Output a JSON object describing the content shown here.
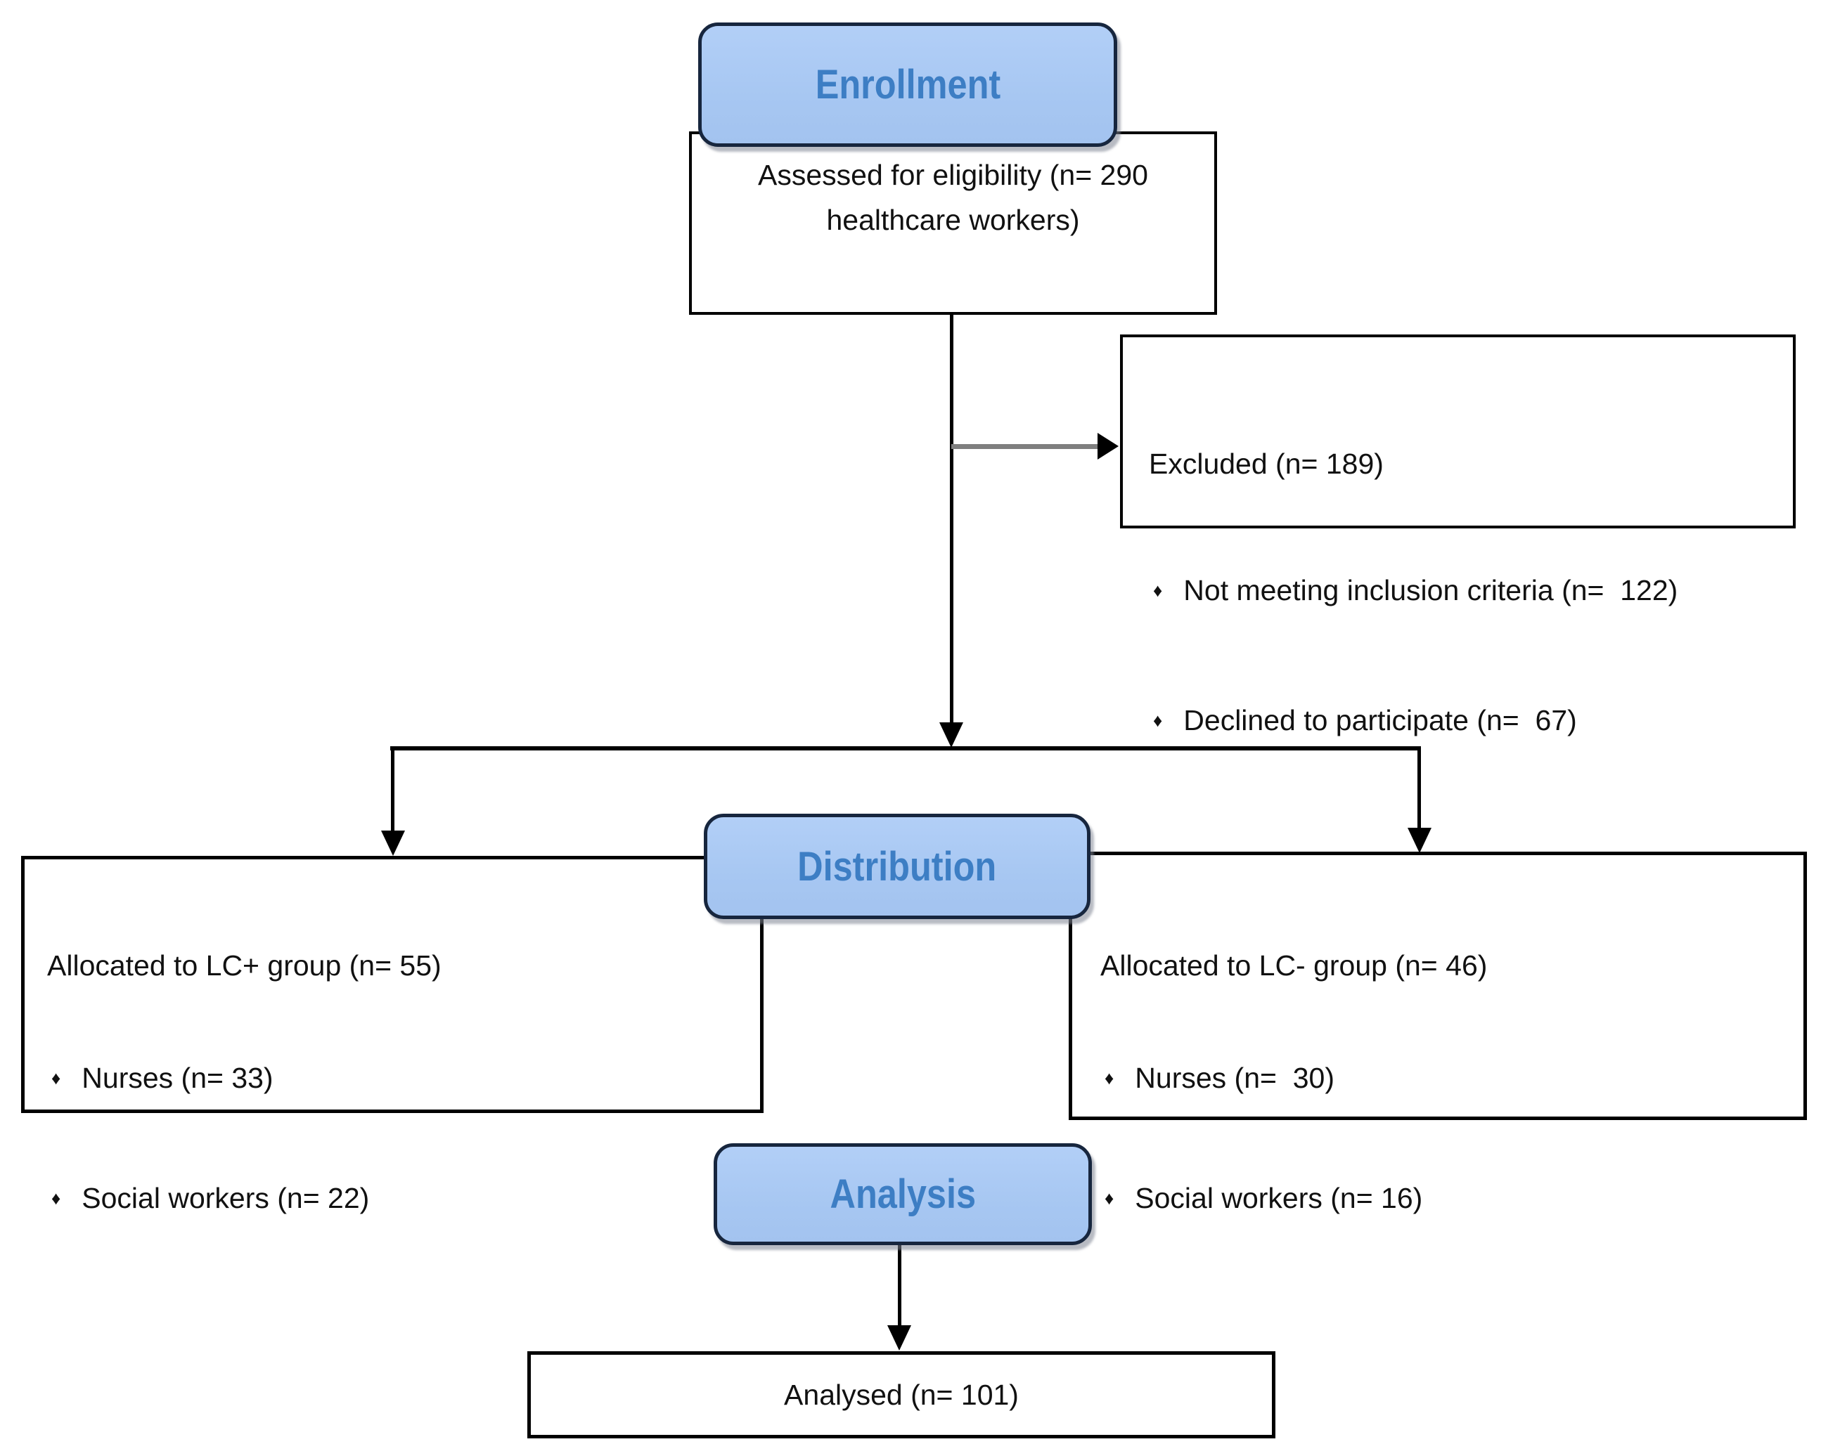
{
  "diagram": {
    "title_semantics": "CONSORT participant flow diagram",
    "bullet": "♦",
    "stages": {
      "enrollment": "Enrollment",
      "distribution": "Distribution",
      "analysis": "Analysis"
    },
    "boxes": {
      "assessed": {
        "line1": "Assessed for eligibility (n= 290",
        "line2": "healthcare workers)"
      },
      "excluded": {
        "title": "Excluded (n= 189)",
        "items": [
          "Not meeting inclusion criteria (n=  122)",
          "Declined to participate (n=  67)"
        ]
      },
      "allocated_left": {
        "title": "Allocated to LC+ group (n= 55)",
        "items": [
          "Nurses (n= 33)",
          "Social workers (n= 22)"
        ]
      },
      "allocated_right": {
        "title": "Allocated to LC- group (n= 46)",
        "items": [
          "Nurses (n=  30)",
          "Social workers (n= 16)"
        ]
      },
      "analysed": {
        "text": "Analysed (n= 101)"
      }
    },
    "colors": {
      "pill_fill": "#A9C9F3",
      "pill_border": "#17263E",
      "pill_text": "#3D7EC4",
      "box_border": "#000000",
      "connector": "#000000",
      "excluded_arrow_shaft": "#7F7F7F",
      "background": "#FFFFFF"
    }
  }
}
